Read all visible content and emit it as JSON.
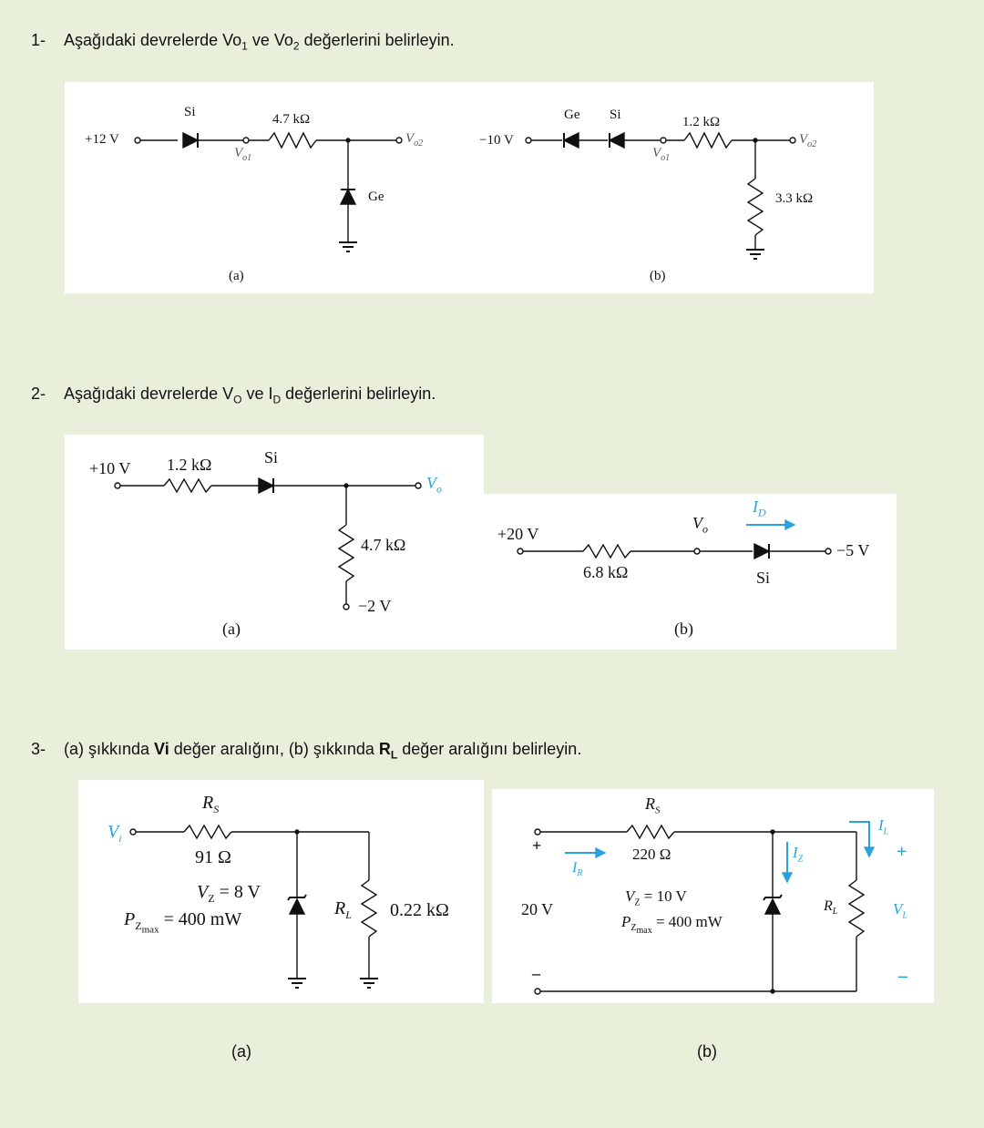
{
  "questions": [
    {
      "num": "1-",
      "pre": "Aşağıdaki devrelerde Vo",
      "sub1": "1",
      "mid": " ve Vo",
      "sub2": "2",
      "post": " değerlerini belirleyin."
    },
    {
      "num": "2-",
      "pre": "Aşağıdaki devrelerde V",
      "sub1": "O",
      "mid": " ve I",
      "sub2": "D",
      "post": " değerlerini belirleyin."
    },
    {
      "num": "3-",
      "pre": "(a) şıkkında ",
      "b1": "Vi",
      "mid": " değer aralığını, (b) şıkkında ",
      "b2": "R",
      "b2sub": "L",
      "post": " değer aralığını belirleyin."
    }
  ],
  "circuit1a": {
    "source": "+12 V",
    "diode1": "Si",
    "resistor": "4.7 kΩ",
    "diode2": "Ge",
    "vo1": "V",
    "vo1sub": "o1",
    "vo2": "V",
    "vo2sub": "o2",
    "caption": "(a)"
  },
  "circuit1b": {
    "source": "−10 V",
    "diode1": "Ge",
    "diode2": "Si",
    "resistor1": "1.2 kΩ",
    "resistor2": "3.3 kΩ",
    "vo1": "V",
    "vo1sub": "o1",
    "vo2": "V",
    "vo2sub": "o2",
    "caption": "(b)"
  },
  "circuit2a": {
    "source": "+10 V",
    "resistor1": "1.2 kΩ",
    "diode": "Si",
    "resistor2": "4.7 kΩ",
    "bottom": "−2 V",
    "vo": "V",
    "vosub": "o",
    "caption": "(a)"
  },
  "circuit2b": {
    "source": "+20 V",
    "resistor": "6.8 kΩ",
    "vo": "V",
    "vosub": "o",
    "id": "I",
    "idsub": "D",
    "diode": "Si",
    "right": "−5 V",
    "caption": "(b)"
  },
  "circuit3a": {
    "vi": "V",
    "visub": "i",
    "rs": "R",
    "rssub": "S",
    "rsval": "91 Ω",
    "vz": "V",
    "vzsub": "Z",
    "vzval": " = 8 V",
    "pz": "P",
    "pzsub": "Z",
    "pzsub2": "max",
    "pzval": " = 400 mW",
    "rl": "R",
    "rlsub": "L",
    "rlval": "0.22 kΩ",
    "caption": "(a)"
  },
  "circuit3b": {
    "rs": "R",
    "rssub": "S",
    "rsval": "220 Ω",
    "source": "20 V",
    "plus": "+",
    "minus": "–",
    "ir": "I",
    "irsub": "R",
    "iz": "I",
    "izsub": "Z",
    "il": "I",
    "ilsub": "L",
    "vz": "V",
    "vzsub": "Z",
    "vzval": " = 10 V",
    "pz": "P",
    "pzsub": "Z",
    "pzsub2": "max",
    "pzval": " = 400 mW",
    "rl": "R",
    "rlsub": "L",
    "vl": "V",
    "vlsub": "L",
    "vlplus": "+",
    "vlminus": "–",
    "caption": "(b)"
  },
  "colors": {
    "background": "#e8f0dc",
    "accent": "#29a3dd",
    "ink": "#111111"
  }
}
